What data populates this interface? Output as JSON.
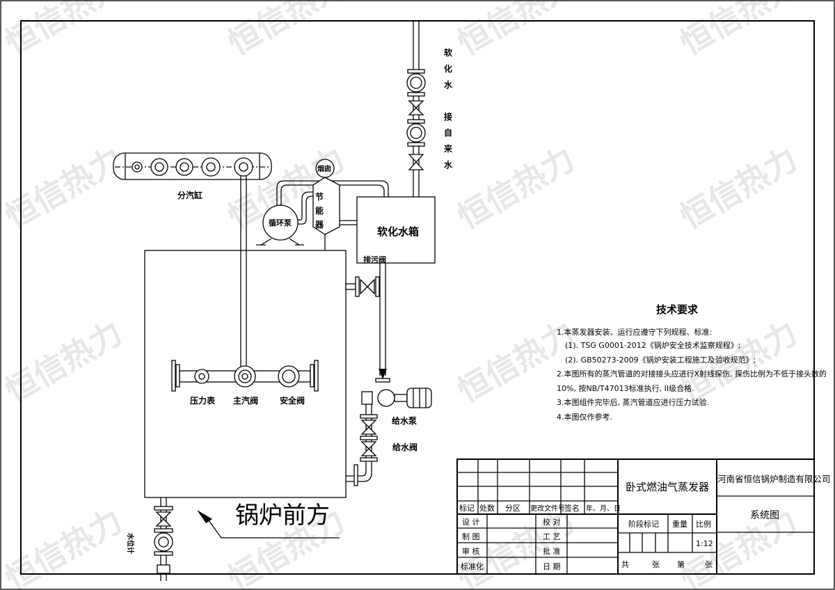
{
  "watermark": "恒信热力",
  "labels": {
    "header": "分汽缸",
    "chimney": "烟囱",
    "economizer": [
      "节",
      "能",
      "器"
    ],
    "circulation_pump": "循环泵",
    "soft_water_tank": "软化水箱",
    "blowdown_valve": "排污阀",
    "pressure_gauge": "压力表",
    "main_steam_valve": "主汽阀",
    "safety_valve": "安全阀",
    "feed_pump": "给水泵",
    "feed_valve": "给水阀",
    "boiler_front": "锅炉前方",
    "water_level_gauge": "水位计",
    "soft_water": [
      "软",
      "化",
      "水"
    ],
    "tap_water": [
      "接",
      "自",
      "来",
      "水"
    ]
  },
  "tech_requirements": {
    "title": "技术要求",
    "lines": [
      "1.本蒸发器安装、运行应遵守下列规程、标准:",
      "(1). TSG G0001-2012《锅炉安全技术监察规程》;",
      "(2). GB50273-2009《锅炉安装工程施工及验收规范》;",
      "2.本图所有的蒸汽管道的对接接头应进行X射线探伤, 探伤比例为不低于接头数的",
      "10%, 按NB/T47013标准执行, II级合格.",
      "3.本图组件完毕后, 蒸汽管道应进行压力试验.",
      "4.本图仅作参考."
    ]
  },
  "title_block": {
    "revision_headers": [
      "标记",
      "处数",
      "分区",
      "更改文件号",
      "签名",
      "年、月、日"
    ],
    "left_labels": [
      "设 计",
      "制 图",
      "审 核",
      "标准化"
    ],
    "right_labels": [
      "校 对",
      "工 艺",
      "批 准",
      "日 期"
    ],
    "product_name": "卧式燃油气蒸发器",
    "stage_mark": "阶段标记",
    "weight": "重量",
    "scale_label": "比例",
    "scale": "1:12",
    "sheets": [
      "共",
      "张",
      "第",
      "张"
    ],
    "company": "河南省恒信锅炉制造有限公司",
    "drawing_name": "系统图"
  }
}
